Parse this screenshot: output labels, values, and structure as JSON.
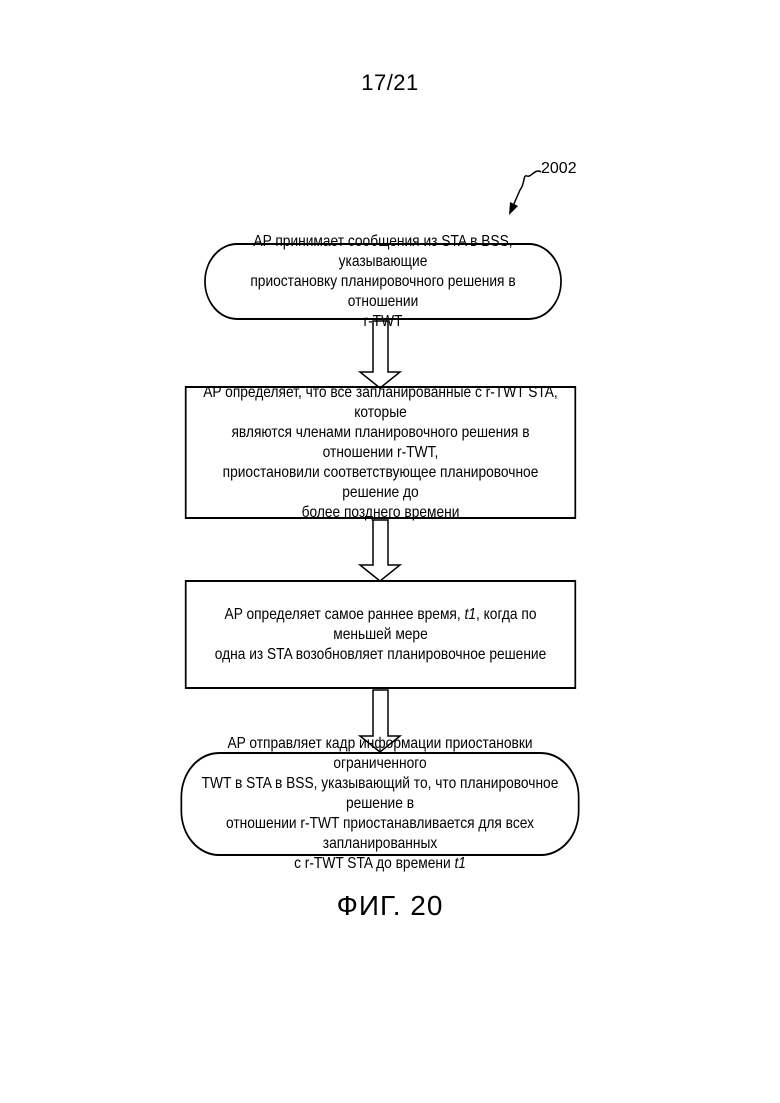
{
  "page_number": "17/21",
  "reference_numeral": "2002",
  "steps": [
    {
      "lines": [
        "AP принимает сообщения из STA в BSS, указывающие",
        "приостановку планировочного решения в отношении",
        "r-TWT"
      ]
    },
    {
      "lines": [
        "AP определяет, что все запланированные с r-TWT STA, которые",
        "являются членами планировочного решения в отношении r-TWT,",
        "приостановили соответствующее планировочное решение до",
        "более позднего времени"
      ]
    },
    {
      "line1_a": "AP определяет самое раннее время, ",
      "line1_var": "t1",
      "line1_b": ", когда по меньшей мере",
      "line2": "одна из STA возобновляет планировочное решение"
    },
    {
      "lines": [
        "AP отправляет кадр информации приостановки ограниченного",
        "TWT в STA в BSS, указывающий то, что планировочное решение в",
        "отношении r-TWT приостанавливается для всех запланированных"
      ],
      "line4_a": "с r-TWT STA до времени ",
      "line4_var": "t1"
    }
  ],
  "figure_caption": "ФИГ. 20"
}
